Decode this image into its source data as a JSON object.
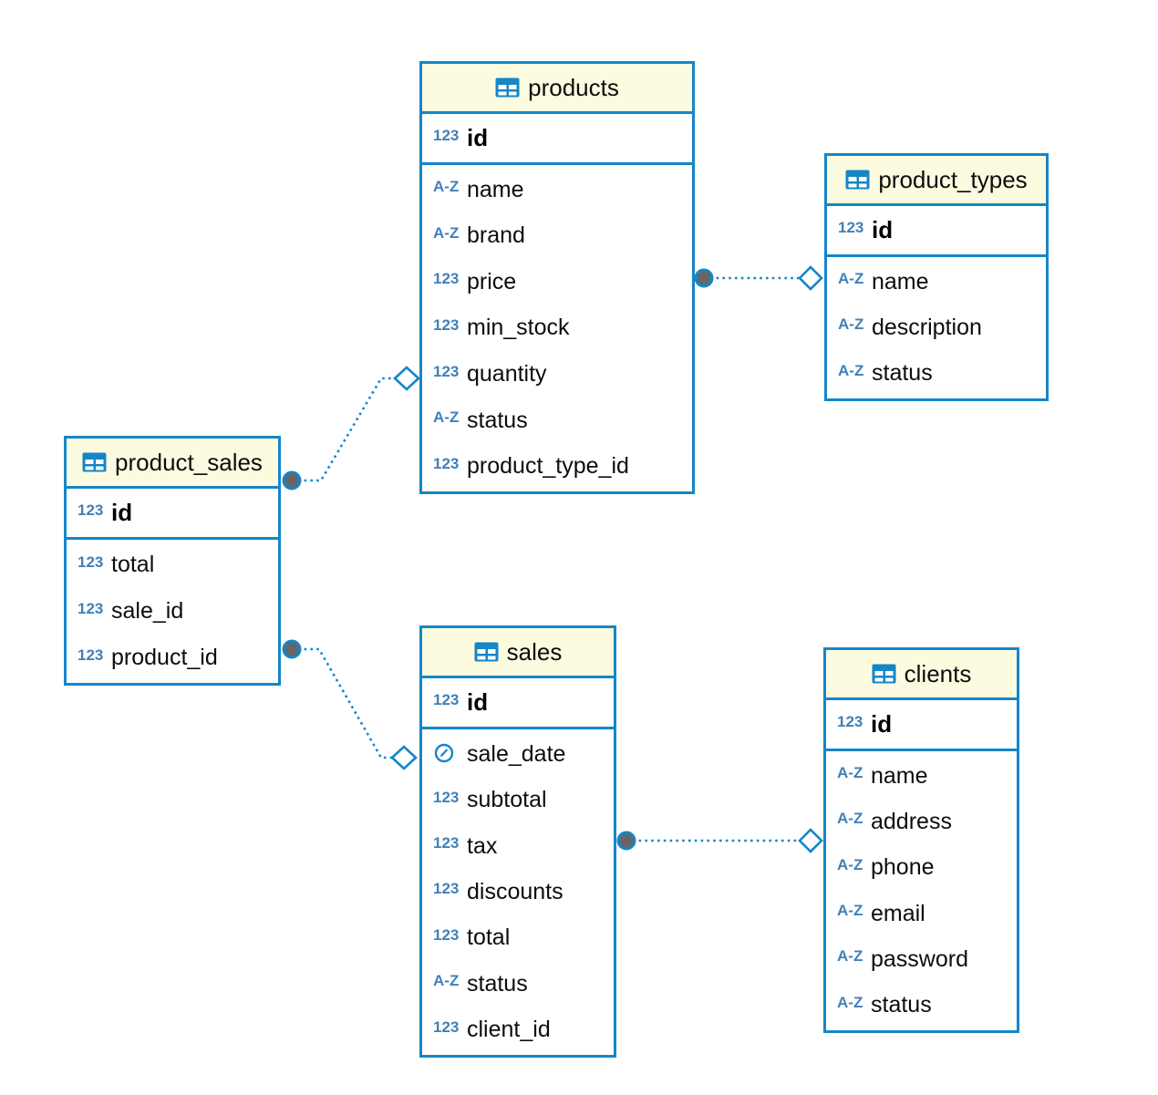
{
  "diagram": {
    "type": "entity-relationship",
    "colors": {
      "accent_blue": "#1586c8",
      "header_yellow": "#fcfbdf",
      "type_label_blue": "#4080b8",
      "text_black": "#0d0d0d",
      "relation_dot_gray": "#666666",
      "background": "#ffffff"
    },
    "tables": [
      {
        "name": "products",
        "icon": "table-icon",
        "primary_key": {
          "type_label": "123",
          "name": "id"
        },
        "columns": [
          {
            "type_label": "A-Z",
            "name": "name"
          },
          {
            "type_label": "A-Z",
            "name": "brand"
          },
          {
            "type_label": "123",
            "name": "price"
          },
          {
            "type_label": "123",
            "name": "min_stock"
          },
          {
            "type_label": "123",
            "name": "quantity"
          },
          {
            "type_label": "A-Z",
            "name": "status"
          },
          {
            "type_label": "123",
            "name": "product_type_id"
          }
        ]
      },
      {
        "name": "product_types",
        "icon": "table-icon",
        "primary_key": {
          "type_label": "123",
          "name": "id"
        },
        "columns": [
          {
            "type_label": "A-Z",
            "name": "name"
          },
          {
            "type_label": "A-Z",
            "name": "description"
          },
          {
            "type_label": "A-Z",
            "name": "status"
          }
        ]
      },
      {
        "name": "product_sales",
        "icon": "table-icon",
        "primary_key": {
          "type_label": "123",
          "name": "id"
        },
        "columns": [
          {
            "type_label": "123",
            "name": "total"
          },
          {
            "type_label": "123",
            "name": "sale_id"
          },
          {
            "type_label": "123",
            "name": "product_id"
          }
        ]
      },
      {
        "name": "sales",
        "icon": "table-icon",
        "primary_key": {
          "type_label": "123",
          "name": "id"
        },
        "columns": [
          {
            "type_label": "clock",
            "name": "sale_date"
          },
          {
            "type_label": "123",
            "name": "subtotal"
          },
          {
            "type_label": "123",
            "name": "tax"
          },
          {
            "type_label": "123",
            "name": "discounts"
          },
          {
            "type_label": "123",
            "name": "total"
          },
          {
            "type_label": "A-Z",
            "name": "status"
          },
          {
            "type_label": "123",
            "name": "client_id"
          }
        ]
      },
      {
        "name": "clients",
        "icon": "table-icon",
        "primary_key": {
          "type_label": "123",
          "name": "id"
        },
        "columns": [
          {
            "type_label": "A-Z",
            "name": "name"
          },
          {
            "type_label": "A-Z",
            "name": "address"
          },
          {
            "type_label": "A-Z",
            "name": "phone"
          },
          {
            "type_label": "A-Z",
            "name": "email"
          },
          {
            "type_label": "A-Z",
            "name": "password"
          },
          {
            "type_label": "A-Z",
            "name": "status"
          }
        ]
      }
    ],
    "relations": [
      {
        "from": "products",
        "to": "product_types",
        "from_end": "filled-circle",
        "to_end": "open-diamond",
        "line_style": "dotted"
      },
      {
        "from": "product_sales",
        "to": "products",
        "from_end": "filled-circle",
        "to_end": "open-diamond",
        "line_style": "dotted"
      },
      {
        "from": "product_sales",
        "to": "sales",
        "from_end": "filled-circle",
        "to_end": "open-diamond",
        "line_style": "dotted"
      },
      {
        "from": "sales",
        "to": "clients",
        "from_end": "filled-circle",
        "to_end": "open-diamond",
        "line_style": "dotted"
      }
    ]
  }
}
